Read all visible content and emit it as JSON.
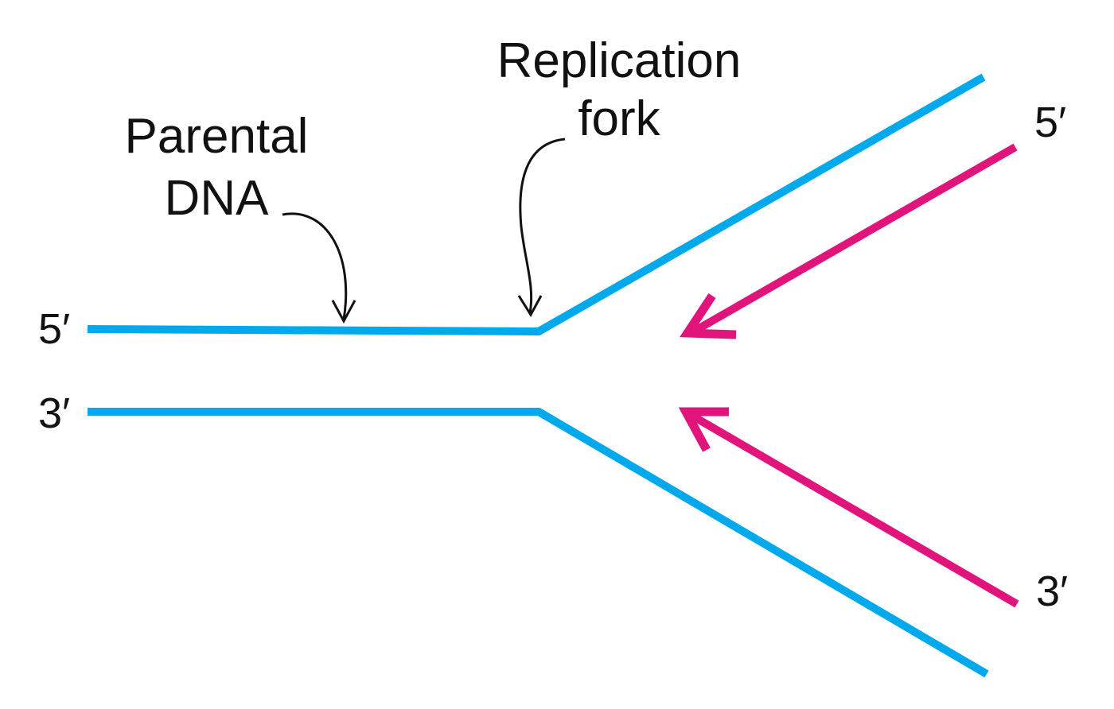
{
  "labels": {
    "parental_line1": "Parental",
    "parental_line2": "DNA",
    "fork_line1": "Replication",
    "fork_line2": "fork",
    "left_top_end": "5′",
    "left_bottom_end": "3′",
    "right_top_end": "5′",
    "right_bottom_end": "3′"
  },
  "colors": {
    "parental_strand": "#00a8ec",
    "new_strand": "#e0147a",
    "callout": "#111111"
  }
}
